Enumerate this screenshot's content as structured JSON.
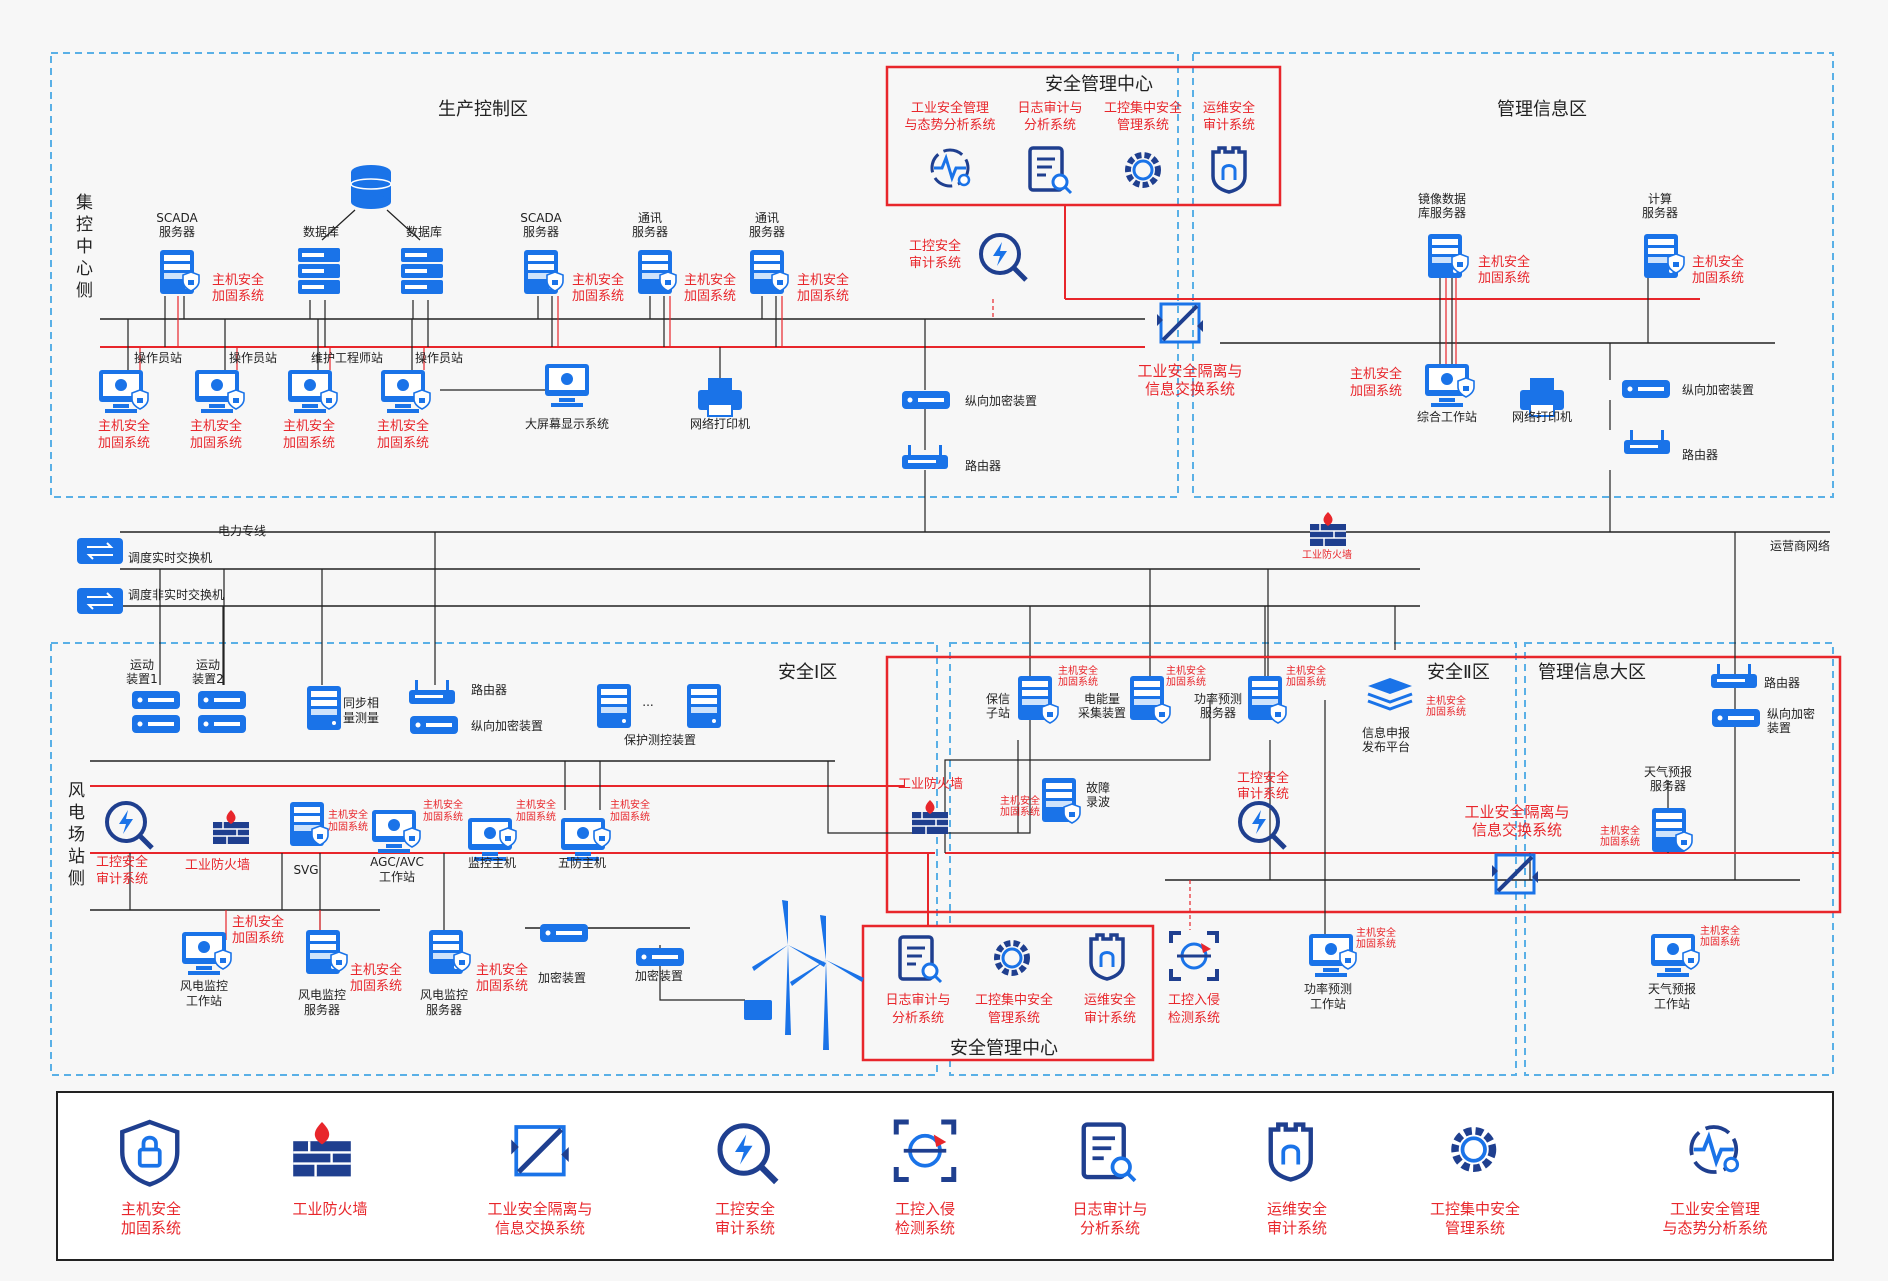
{
  "zones": {
    "prod_control": "生产控制区",
    "mgmt_info": "管理信息区",
    "sec_mgmt_top": "安全管理中心",
    "center_side": "集控中心侧",
    "wind_side": "风电场站侧",
    "safe1": "安全Ⅰ区",
    "safe2": "安全Ⅱ区",
    "mgmt_big": "管理信息大区",
    "sec_mgmt_bottom": "安全管理中心"
  },
  "top_mgmt_systems": [
    "工业安全管理与态势分析系统",
    "日志审计与分析系统",
    "工控集中安全管理系统",
    "运维安全审计系统"
  ],
  "top_mgmt_lines": [
    [
      "工业安全管理",
      "与态势分析系统"
    ],
    [
      "日志审计与",
      "分析系统"
    ],
    [
      "工控集中安全",
      "管理系统"
    ],
    [
      "运维安全",
      "审计系统"
    ]
  ],
  "top": {
    "scada1": [
      "SCADA",
      "服务器"
    ],
    "db1": "数据库",
    "db2": "数据库",
    "scada2": [
      "SCADA",
      "服务器"
    ],
    "comm1": [
      "通讯",
      "服务器"
    ],
    "comm2": [
      "通讯",
      "服务器"
    ],
    "hs": [
      "主机安全",
      "加固系统"
    ],
    "audit": [
      "工控安全",
      "审计系统"
    ],
    "op1": "操作员站",
    "op2": "操作员站",
    "maint": "维护工程师站",
    "op3": "操作员站",
    "bigscreen": "大屏幕显示系统",
    "printer": "网络打印机",
    "vcrypt": "纵向加密装置",
    "router": "路由器",
    "isolation": [
      "工业安全隔离与",
      "信息交换系统"
    ],
    "mirror_db": [
      "镜像数据",
      "库服务器"
    ],
    "calc": [
      "计算",
      "服务器"
    ],
    "workstation": "综合工作站",
    "printer2": "网络打印机",
    "vcrypt2": "纵向加密装置",
    "router2": "路由器"
  },
  "mid": {
    "power_line": "电力专线",
    "dispatch_rt": "调度实时交换机",
    "dispatch_nrt": "调度非实时交换机",
    "firewall": "工业防火墙",
    "carrier": "运营商网络"
  },
  "bottom": {
    "motion1": [
      "运动",
      "装置1"
    ],
    "motion2": [
      "运动",
      "装置2"
    ],
    "sync": [
      "同步相",
      "量测量"
    ],
    "router": "路由器",
    "vcrypt": "纵向加密装置",
    "ellipsis": "...",
    "relay": "保护测控装置",
    "audit": [
      "工控安全",
      "审计系统"
    ],
    "firewall": "工业防火墙",
    "svg": "SVG",
    "agc": [
      "AGC/AVC",
      "工作站"
    ],
    "monitor_host": "监控主机",
    "fiveproof": "五防主机",
    "hs": [
      "主机安全",
      "加固系统"
    ],
    "wind_ws": [
      "风电监控",
      "工作站"
    ],
    "wind_srv1": [
      "风电监控",
      "服务器"
    ],
    "wind_srv2": [
      "风电监控",
      "服务器"
    ],
    "crypt1": "加密装置",
    "crypt2": "加密装置",
    "firewall_mid": "工业防火墙",
    "baoxin": [
      "保信",
      "子站"
    ],
    "energy": [
      "电能量",
      "采集装置"
    ],
    "fault": [
      "故障",
      "录波"
    ],
    "power_pred": [
      "功率预测",
      "服务器"
    ],
    "info_pub": [
      "信息申报",
      "发布平台"
    ],
    "audit2": [
      "工控安全",
      "审计系统"
    ],
    "power_pred_ws": [
      "功率预测",
      "工作站"
    ],
    "isolation": [
      "工业安全隔离与",
      "信息交换系统"
    ],
    "weather_srv": [
      "天气预报",
      "服务器"
    ],
    "weather_ws": [
      "天气预报",
      "工作站"
    ],
    "router2": "路由器",
    "vcrypt2": [
      "纵向加密",
      "装置"
    ],
    "ids": [
      "工控入侵",
      "检测系统"
    ],
    "log": [
      "日志审计与",
      "分析系统"
    ],
    "central": [
      "工控集中安全",
      "管理系统"
    ],
    "ops": [
      "运维安全",
      "审计系统"
    ]
  },
  "legend": [
    {
      "icon": "shield-lock",
      "lines": [
        "主机安全",
        "加固系统"
      ]
    },
    {
      "icon": "firewall",
      "lines": [
        "工业防火墙"
      ]
    },
    {
      "icon": "isolation",
      "lines": [
        "工业安全隔离与",
        "信息交换系统"
      ]
    },
    {
      "icon": "audit",
      "lines": [
        "工控安全",
        "审计系统"
      ]
    },
    {
      "icon": "ids",
      "lines": [
        "工控入侵",
        "检测系统"
      ]
    },
    {
      "icon": "log",
      "lines": [
        "日志审计与",
        "分析系统"
      ]
    },
    {
      "icon": "castle",
      "lines": [
        "运维安全",
        "审计系统"
      ]
    },
    {
      "icon": "gear",
      "lines": [
        "工控集中安全",
        "管理系统"
      ]
    },
    {
      "icon": "pulse",
      "lines": [
        "工业安全管理",
        "与态势分析系统"
      ]
    }
  ],
  "colors": {
    "blue": "#1a73e8",
    "navy": "#1f3f8f",
    "red": "#e8262b",
    "dash": "#5ab0e6"
  }
}
